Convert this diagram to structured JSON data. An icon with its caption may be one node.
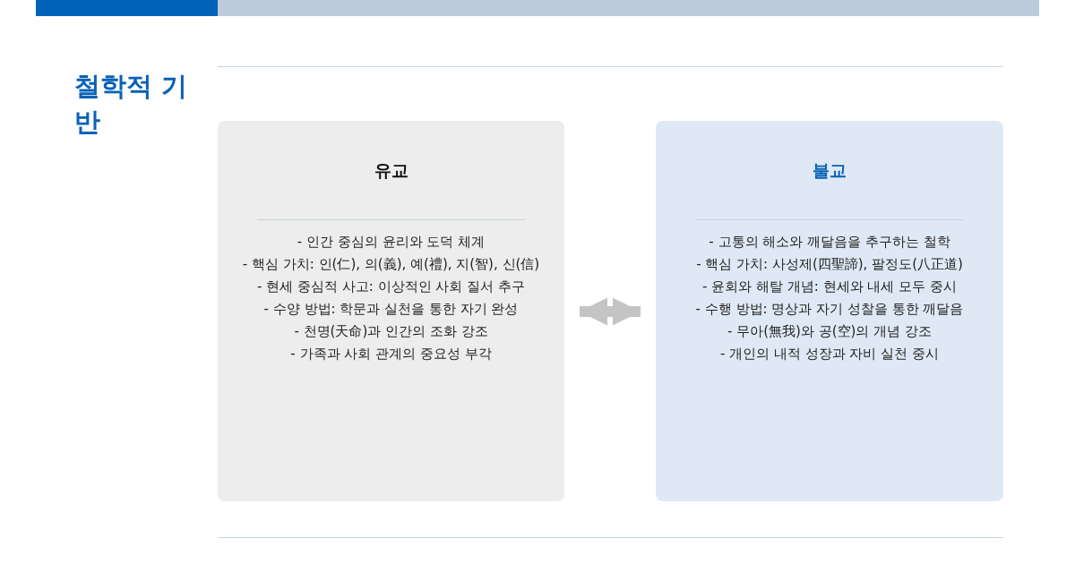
{
  "diagram": {
    "title": "철학적 기반",
    "nodes": [
      {
        "text": [
          "유교",
          "- 인간 중심의 윤리와 도덕 체계",
          "- 핵심 가치: 인(仁), 의(義), 예(禮), 지(智), 신(信)",
          "- 현세 중심적 사고: 이상적인 사회 질서 추구",
          "- 수양 방법: 학문과 실천을 통한 자기 완성",
          "- 천명(天命)과 인간의 조화 강조",
          "- 가족과 사회 관계의 중요성 부각"
        ]
      },
      {
        "text": [
          "불교",
          "- 고통의 해소와 깨달음을 추구하는 철학",
          "- 핵심 가치: 사성제(四聖諦), 팔정도(八正道)",
          "- 윤회와 해탈 개념: 현세와 내세 모두 중시",
          "- 수행 방법: 명상과 자기 성찰을 통한 깨달음",
          "- 무아(無我)와 공(空)의 개념 강조",
          "- 개인의 내적 성장과 자비 실천 중시"
        ]
      }
    ],
    "edges": [
      {
        "from": 0,
        "to": 1,
        "arrow": "both"
      }
    ]
  }
}
